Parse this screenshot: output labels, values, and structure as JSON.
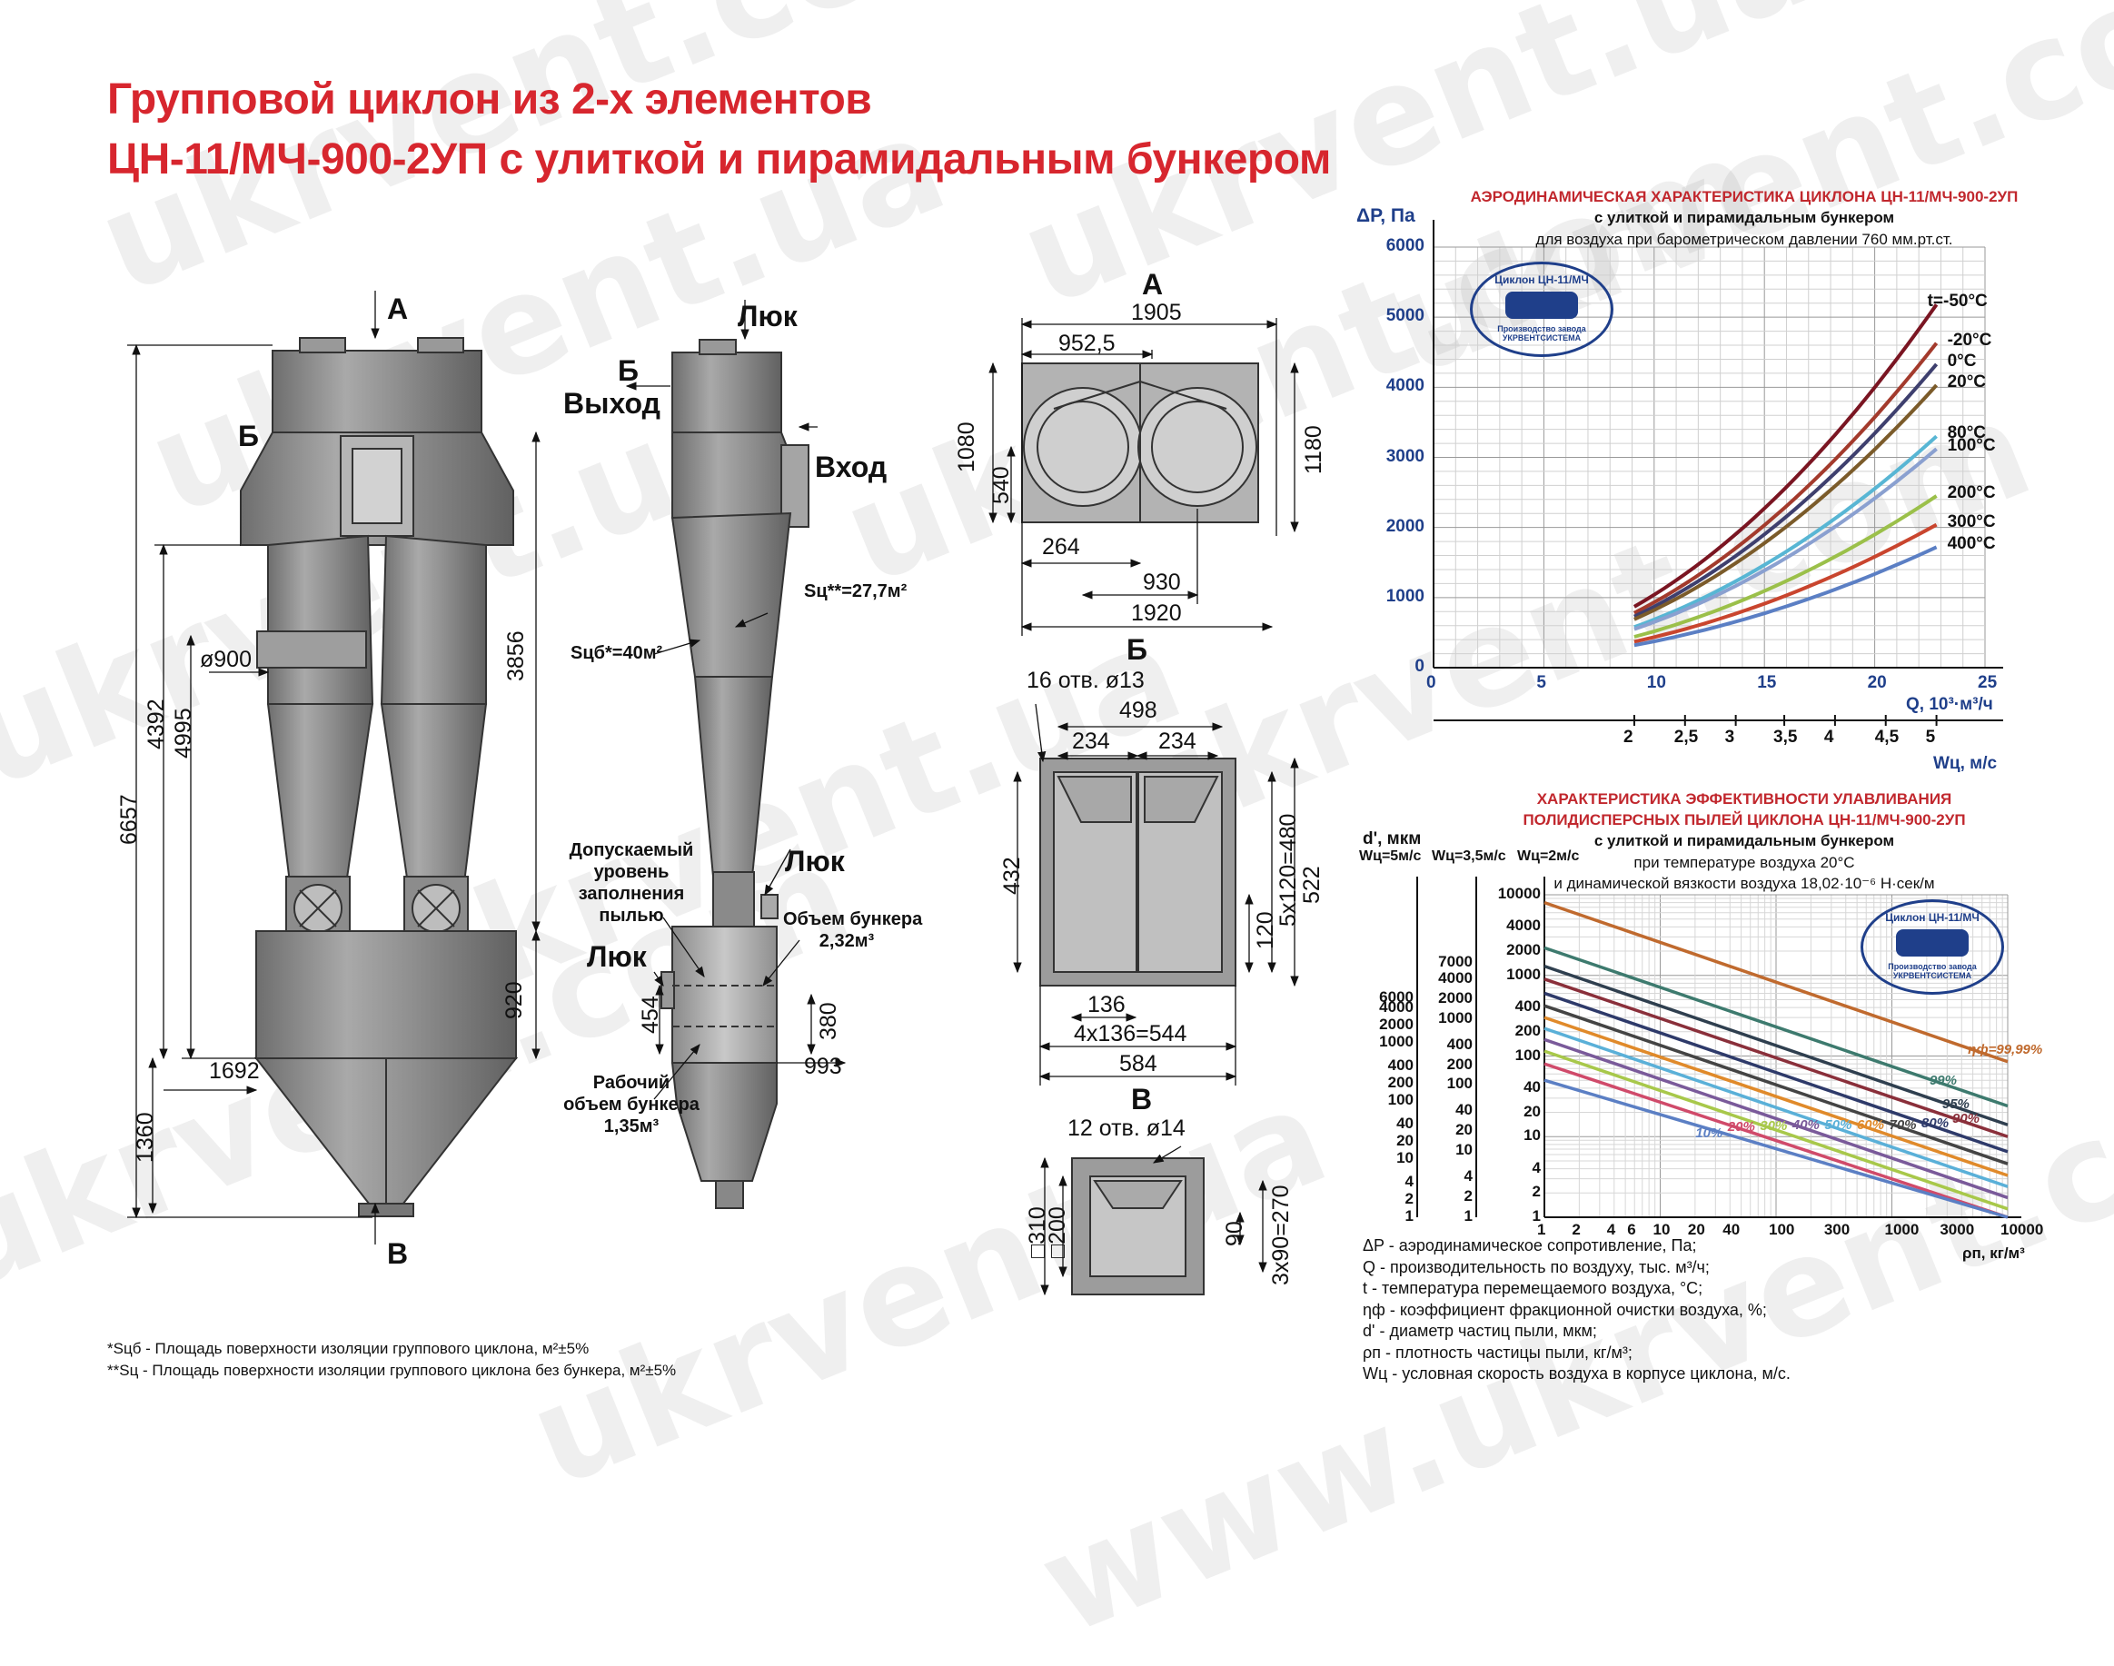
{
  "title": {
    "line1": "Групповой циклон из 2-х элементов",
    "line2": "ЦН-11/МЧ-900-2УП с улиткой и пирамидальным бункером"
  },
  "watermarks": [
    "ukrvent.com",
    "ukrvent.ua",
    "ukrvent.com",
    "ukrvent.ua",
    "ukrvent.com",
    "ukrvent.ua",
    "ukrvent.com",
    "ukrvent.ua",
    "ukrvent.com",
    "ukrvent.ua",
    "www.ukrvent.com"
  ],
  "front_view": {
    "arrow_a": "А",
    "arrow_b": "Б",
    "arrow_v": "В",
    "d900": "ø900",
    "d4392": "4392",
    "d4995": "4995",
    "d6657": "6657",
    "d1692": "1692",
    "d1360": "1360",
    "d920": "920",
    "d3856": "3856",
    "s_cb": "Sцб*=40м²"
  },
  "side_view": {
    "hatch_top": "Люк",
    "b_label": "Б",
    "exit": "Выход",
    "entry": "Вход",
    "s_c": "Sц**=27,7м²",
    "hatch_mid": "Люк",
    "hatch_low": "Люк",
    "allowed_fill": [
      "Допускаемый",
      "уровень",
      "заполнения",
      "пылью"
    ],
    "bunker_volume": [
      "Объем бункера",
      "2,32м³"
    ],
    "working_volume": [
      "Рабочий",
      "объем бункера",
      "1,35м³"
    ],
    "d454": "454",
    "d380": "380",
    "d993": "993"
  },
  "view_a": {
    "label": "А",
    "d1905": "1905",
    "d952": "952,5",
    "d1080": "1080",
    "d540": "540",
    "d1180": "1180",
    "d264": "264",
    "d930": "930",
    "d1920": "1920"
  },
  "view_b": {
    "label": "Б",
    "holes": "16 отв. ø13",
    "d498": "498",
    "d234a": "234",
    "d234b": "234",
    "d432": "432",
    "d5x120": "5х120=480",
    "d522": "522",
    "d120": "120",
    "d136": "136",
    "d4x136": "4х136=544",
    "d584": "584"
  },
  "view_v": {
    "label": "В",
    "holes": "12 отв. ø14",
    "d310": "□310",
    "d200": "□200",
    "d90": "90",
    "d3x90": "3х90=270"
  },
  "footnotes": [
    "*Sцб - Площадь поверхности изоляции группового циклона, м²±5%",
    "**Sц - Площадь поверхности изоляции группового циклона без бункера, м²±5%"
  ],
  "chart_data": [
    {
      "type": "line",
      "title": "АЭРОДИНАМИЧЕСКАЯ ХАРАКТЕРИСТИКА ЦИКЛОНА ЦН-11/МЧ-900-2УП",
      "subtitle": [
        "с улиткой и пирамидальным бункером",
        "для воздуха при барометрическом давлении 760 мм.рт.ст."
      ],
      "ylabel": "ΔР, Па",
      "xlabel": "Q, 10³·м³/ч",
      "x2label": "Wц, м/с",
      "xlim": [
        0,
        25
      ],
      "ylim": [
        0,
        6000
      ],
      "xticks": [
        "0",
        "5",
        "10",
        "15",
        "20",
        "25"
      ],
      "yticks": [
        "0",
        "1000",
        "2000",
        "3000",
        "4000",
        "5000",
        "6000"
      ],
      "x2ticks": [
        "2",
        "2,5",
        "3",
        "3,5",
        "4",
        "4,5",
        "5"
      ],
      "x2_values": [
        9.1,
        11.4,
        13.7,
        15.9,
        18.2,
        20.5,
        22.8
      ],
      "x_range": [
        9.1,
        22.8
      ],
      "grid": true,
      "series": [
        {
          "name": "t=-50°C",
          "color": "#7a1522",
          "y_at_start": 870,
          "y_at_end": 5180
        },
        {
          "name": "-20°C",
          "color": "#a33a2c",
          "y_at_start": 780,
          "y_at_end": 4630
        },
        {
          "name": "0°C",
          "color": "#3e3f6e",
          "y_at_start": 730,
          "y_at_end": 4330
        },
        {
          "name": "20°C",
          "color": "#7b5b2a",
          "y_at_start": 690,
          "y_at_end": 4030
        },
        {
          "name": "80°C",
          "color": "#58b6d4",
          "y_at_start": 580,
          "y_at_end": 3300
        },
        {
          "name": "100°C",
          "color": "#8aa0d0",
          "y_at_start": 550,
          "y_at_end": 3120
        },
        {
          "name": "200°C",
          "color": "#9bc04a",
          "y_at_start": 440,
          "y_at_end": 2450
        },
        {
          "name": "300°C",
          "color": "#c9452e",
          "y_at_start": 370,
          "y_at_end": 2040
        },
        {
          "name": "400°C",
          "color": "#5b7fc4",
          "y_at_start": 320,
          "y_at_end": 1720
        }
      ]
    },
    {
      "type": "line",
      "title": [
        "ХАРАКТЕРИСТИКА ЭФФЕКТИВНОСТИ УЛАВЛИВАНИЯ",
        "ПОЛИДИСПЕРСНЫХ ПЫЛЕЙ ЦИКЛОНА ЦН-11/МЧ-900-2УП"
      ],
      "subtitle": [
        "с улиткой и пирамидальным бункером",
        "при температуре воздуха 20°C",
        "и динамической вязкости воздуха 18,02·10⁻⁶ Н·сек/м"
      ],
      "ylabel": "d', мкм",
      "axis_heads": [
        "Wц=5м/с",
        "Wц=3,5м/с",
        "Wц=2м/с"
      ],
      "xlabel": "ρп, кг/м³",
      "xscale": "log",
      "yscale": "log",
      "xlim": [
        1,
        10000
      ],
      "ylim": [
        1,
        10000
      ],
      "xticks": [
        "1",
        "2",
        "4",
        "6",
        "10",
        "20",
        "40",
        "100",
        "300",
        "1000",
        "3000",
        "10000"
      ],
      "y_axes": [
        [
          "6000",
          "4000",
          "2000",
          "1000",
          "400",
          "200",
          "100",
          "40",
          "20",
          "10",
          "4",
          "2",
          "1"
        ],
        [
          "7000",
          "4000",
          "2000",
          "1000",
          "400",
          "200",
          "100",
          "40",
          "20",
          "10",
          "4",
          "2",
          "1"
        ],
        [
          "10000",
          "4000",
          "2000",
          "1000",
          "400",
          "200",
          "100",
          "40",
          "20",
          "10",
          "4",
          "2",
          "1"
        ]
      ],
      "grid": true,
      "series": [
        {
          "name": "ηф=99,99%",
          "color": "#c06a2e",
          "y_at_x1": 8000,
          "y_at_x10000": 85
        },
        {
          "name": "99%",
          "color": "#3d7a6e",
          "y_at_x1": 2200,
          "y_at_x10000": 24
        },
        {
          "name": "95%",
          "color": "#2f3f4f",
          "y_at_x1": 1300,
          "y_at_x10000": 14
        },
        {
          "name": "90%",
          "color": "#8a2f3a",
          "y_at_x1": 900,
          "y_at_x10000": 10
        },
        {
          "name": "80%",
          "color": "#2e3a6a",
          "y_at_x1": 600,
          "y_at_x10000": 6.5
        },
        {
          "name": "70%",
          "color": "#444444",
          "y_at_x1": 420,
          "y_at_x10000": 4.6
        },
        {
          "name": "60%",
          "color": "#e08a2a",
          "y_at_x1": 300,
          "y_at_x10000": 3.3
        },
        {
          "name": "50%",
          "color": "#5ab0d8",
          "y_at_x1": 220,
          "y_at_x10000": 2.4
        },
        {
          "name": "40%",
          "color": "#7a5a9a",
          "y_at_x1": 160,
          "y_at_x10000": 1.75
        },
        {
          "name": "30%",
          "color": "#a8c84a",
          "y_at_x1": 115,
          "y_at_x10000": 1.27
        },
        {
          "name": "20%",
          "color": "#d04a6a",
          "y_at_x1": 80,
          "y_at_x10000": 0.9
        },
        {
          "name": "10%",
          "color": "#5b7fc4",
          "y_at_x1": 50,
          "y_at_x10000": 0.55
        }
      ]
    }
  ],
  "legend": [
    "ΔP - аэродинамическое сопротивление, Па;",
    "Q - производительность по воздуху, тыс. м³/ч;",
    "t - температура перемещаемого воздуха, °С;",
    "ηф - коэффициент фракционной очистки воздуха, %;",
    "d' - диаметр частиц пыли, мкм;",
    "ρп - плотность частицы пыли, кг/м³;",
    "Wц - условная скорость воздуха в корпусе циклона, м/с."
  ],
  "badge": {
    "top": "Циклон ЦН-11/МЧ",
    "bottom": "Производство завода УКРВЕНТСИСТЕМА"
  },
  "colors": {
    "title": "#d7262e",
    "metal": "#8c8c8c",
    "metal_dark": "#666666",
    "axis_blue": "#1f3f8a",
    "chart_grid": "#bfbfbf"
  }
}
